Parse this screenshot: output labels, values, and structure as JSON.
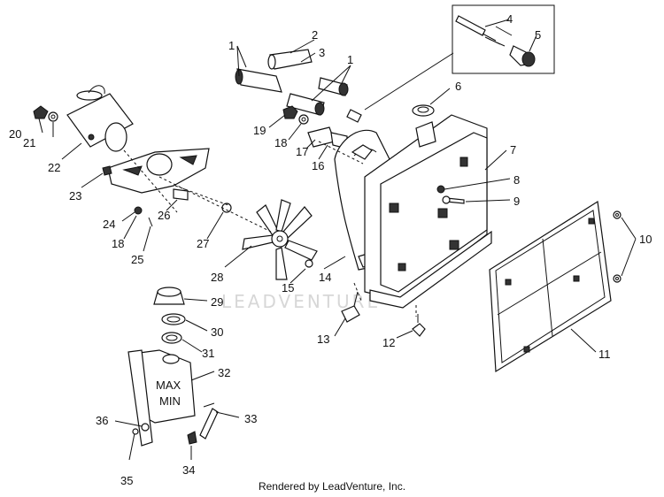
{
  "watermark": "LEADVENTURE",
  "footer": "Rendered by LeadVenture, Inc.",
  "callouts": {
    "n1a": "1",
    "n1b": "1",
    "n2": "2",
    "n3": "3",
    "n4": "4",
    "n5": "5",
    "n6": "6",
    "n7": "7",
    "n8": "8",
    "n9": "9",
    "n10": "10",
    "n11": "11",
    "n12": "12",
    "n13": "13",
    "n14": "14",
    "n15": "15",
    "n16": "16",
    "n17": "17",
    "n18a": "18",
    "n18b": "18",
    "n19": "19",
    "n20": "20",
    "n21": "21",
    "n22": "22",
    "n23": "23",
    "n24": "24",
    "n25": "25",
    "n26": "26",
    "n27": "27",
    "n28": "28",
    "n29": "29",
    "n30": "30",
    "n31": "31",
    "n32": "32",
    "n33": "33",
    "n34": "34",
    "n35": "35",
    "n36": "36"
  },
  "tank_marks": {
    "max": "MAX",
    "min": "MIN"
  }
}
